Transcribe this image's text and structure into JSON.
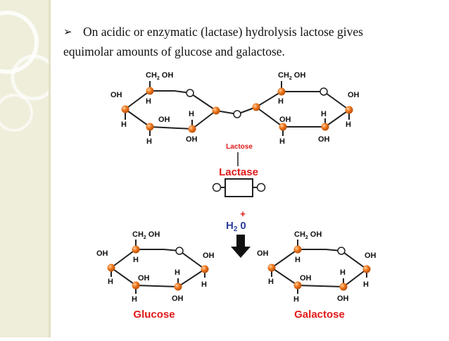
{
  "colors": {
    "band": "#efeedb",
    "node_orange": "#ef7a1f",
    "bond": "#222222",
    "label_red": "#e01818"
  },
  "text": {
    "bullet_symbol": "➢",
    "line1": "On acidic or enzymatic (lactase) hydrolysis  lactose gives",
    "line2": "equimolar amounts of glucose and galactose."
  },
  "groups": {
    "ch2oh": "CH",
    "sub2": "2",
    "oh": "OH",
    "h": "H",
    "h2": "H",
    "zero": "0",
    "plus": "+"
  },
  "labels": {
    "lactose": "Lactose",
    "lactase": "Lactase",
    "glucose": "Glucose",
    "galactose": "Galactose"
  }
}
